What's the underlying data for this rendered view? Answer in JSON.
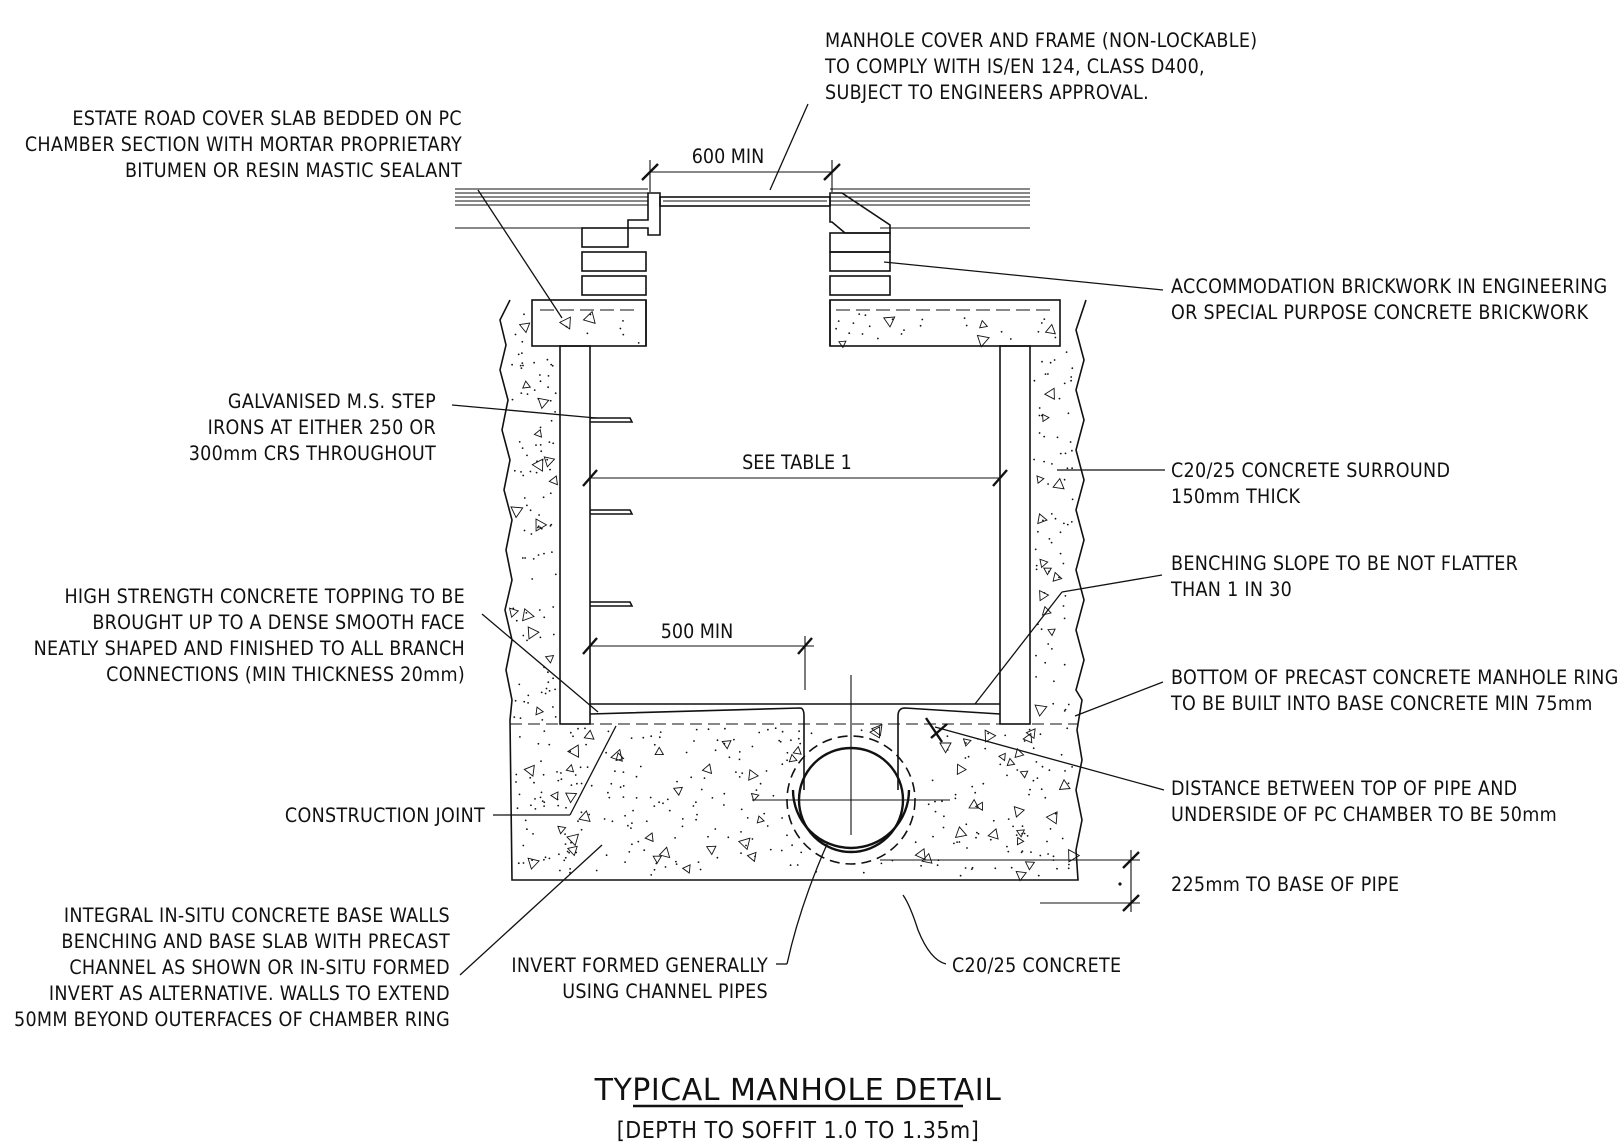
{
  "drawing": {
    "title": "TYPICAL MANHOLE DETAIL",
    "subtitle": "[DEPTH TO SOFFIT 1.0 TO 1.35m]"
  },
  "dimensions": {
    "cover_opening": "600 MIN",
    "chamber_width": "SEE TABLE 1",
    "benching_width": "500 MIN"
  },
  "annotations": {
    "manhole_cover": [
      "MANHOLE COVER AND FRAME (NON-LOCKABLE)",
      "TO COMPLY WITH IS/EN 124, CLASS D400,",
      "SUBJECT TO ENGINEERS APPROVAL."
    ],
    "cover_slab": [
      "ESTATE ROAD COVER SLAB BEDDED ON PC",
      "CHAMBER SECTION WITH MORTAR PROPRIETARY",
      "BITUMEN OR RESIN MASTIC SEALANT"
    ],
    "brickwork": [
      "ACCOMMODATION BRICKWORK IN ENGINEERING",
      "OR SPECIAL PURPOSE CONCRETE BRICKWORK"
    ],
    "step_irons": [
      "GALVANISED M.S. STEP",
      "IRONS AT EITHER 250 OR",
      "300mm CRS THROUGHOUT"
    ],
    "surround": [
      "C20/25 CONCRETE SURROUND",
      "150mm THICK"
    ],
    "benching_slope": [
      "BENCHING SLOPE TO BE NOT FLATTER",
      "THAN 1 IN 30"
    ],
    "topping": [
      "HIGH STRENGTH CONCRETE TOPPING TO BE",
      "BROUGHT UP TO A DENSE SMOOTH FACE",
      "NEATLY SHAPED AND FINISHED TO ALL BRANCH",
      "CONNECTIONS (MIN THICKNESS 20mm)"
    ],
    "ring_bottom": [
      "BOTTOM OF PRECAST CONCRETE MANHOLE RING",
      "TO BE BUILT INTO BASE CONCRETE MIN 75mm"
    ],
    "pipe_distance": [
      "DISTANCE BETWEEN TOP OF PIPE AND",
      "UNDERSIDE OF PC CHAMBER TO BE 50mm"
    ],
    "construction_joint": [
      "CONSTRUCTION JOINT"
    ],
    "pipe_base": [
      "225mm TO BASE OF PIPE"
    ],
    "base_walls": [
      "INTEGRAL IN-SITU CONCRETE BASE WALLS",
      "BENCHING AND BASE SLAB WITH PRECAST",
      "CHANNEL AS SHOWN OR IN-SITU FORMED",
      "INVERT AS ALTERNATIVE. WALLS TO EXTEND",
      "50MM BEYOND OUTERFACES OF CHAMBER RING"
    ],
    "invert": [
      "INVERT FORMED GENERALLY",
      "USING CHANNEL PIPES"
    ],
    "base_concrete": [
      "C20/25 CONCRETE"
    ]
  }
}
